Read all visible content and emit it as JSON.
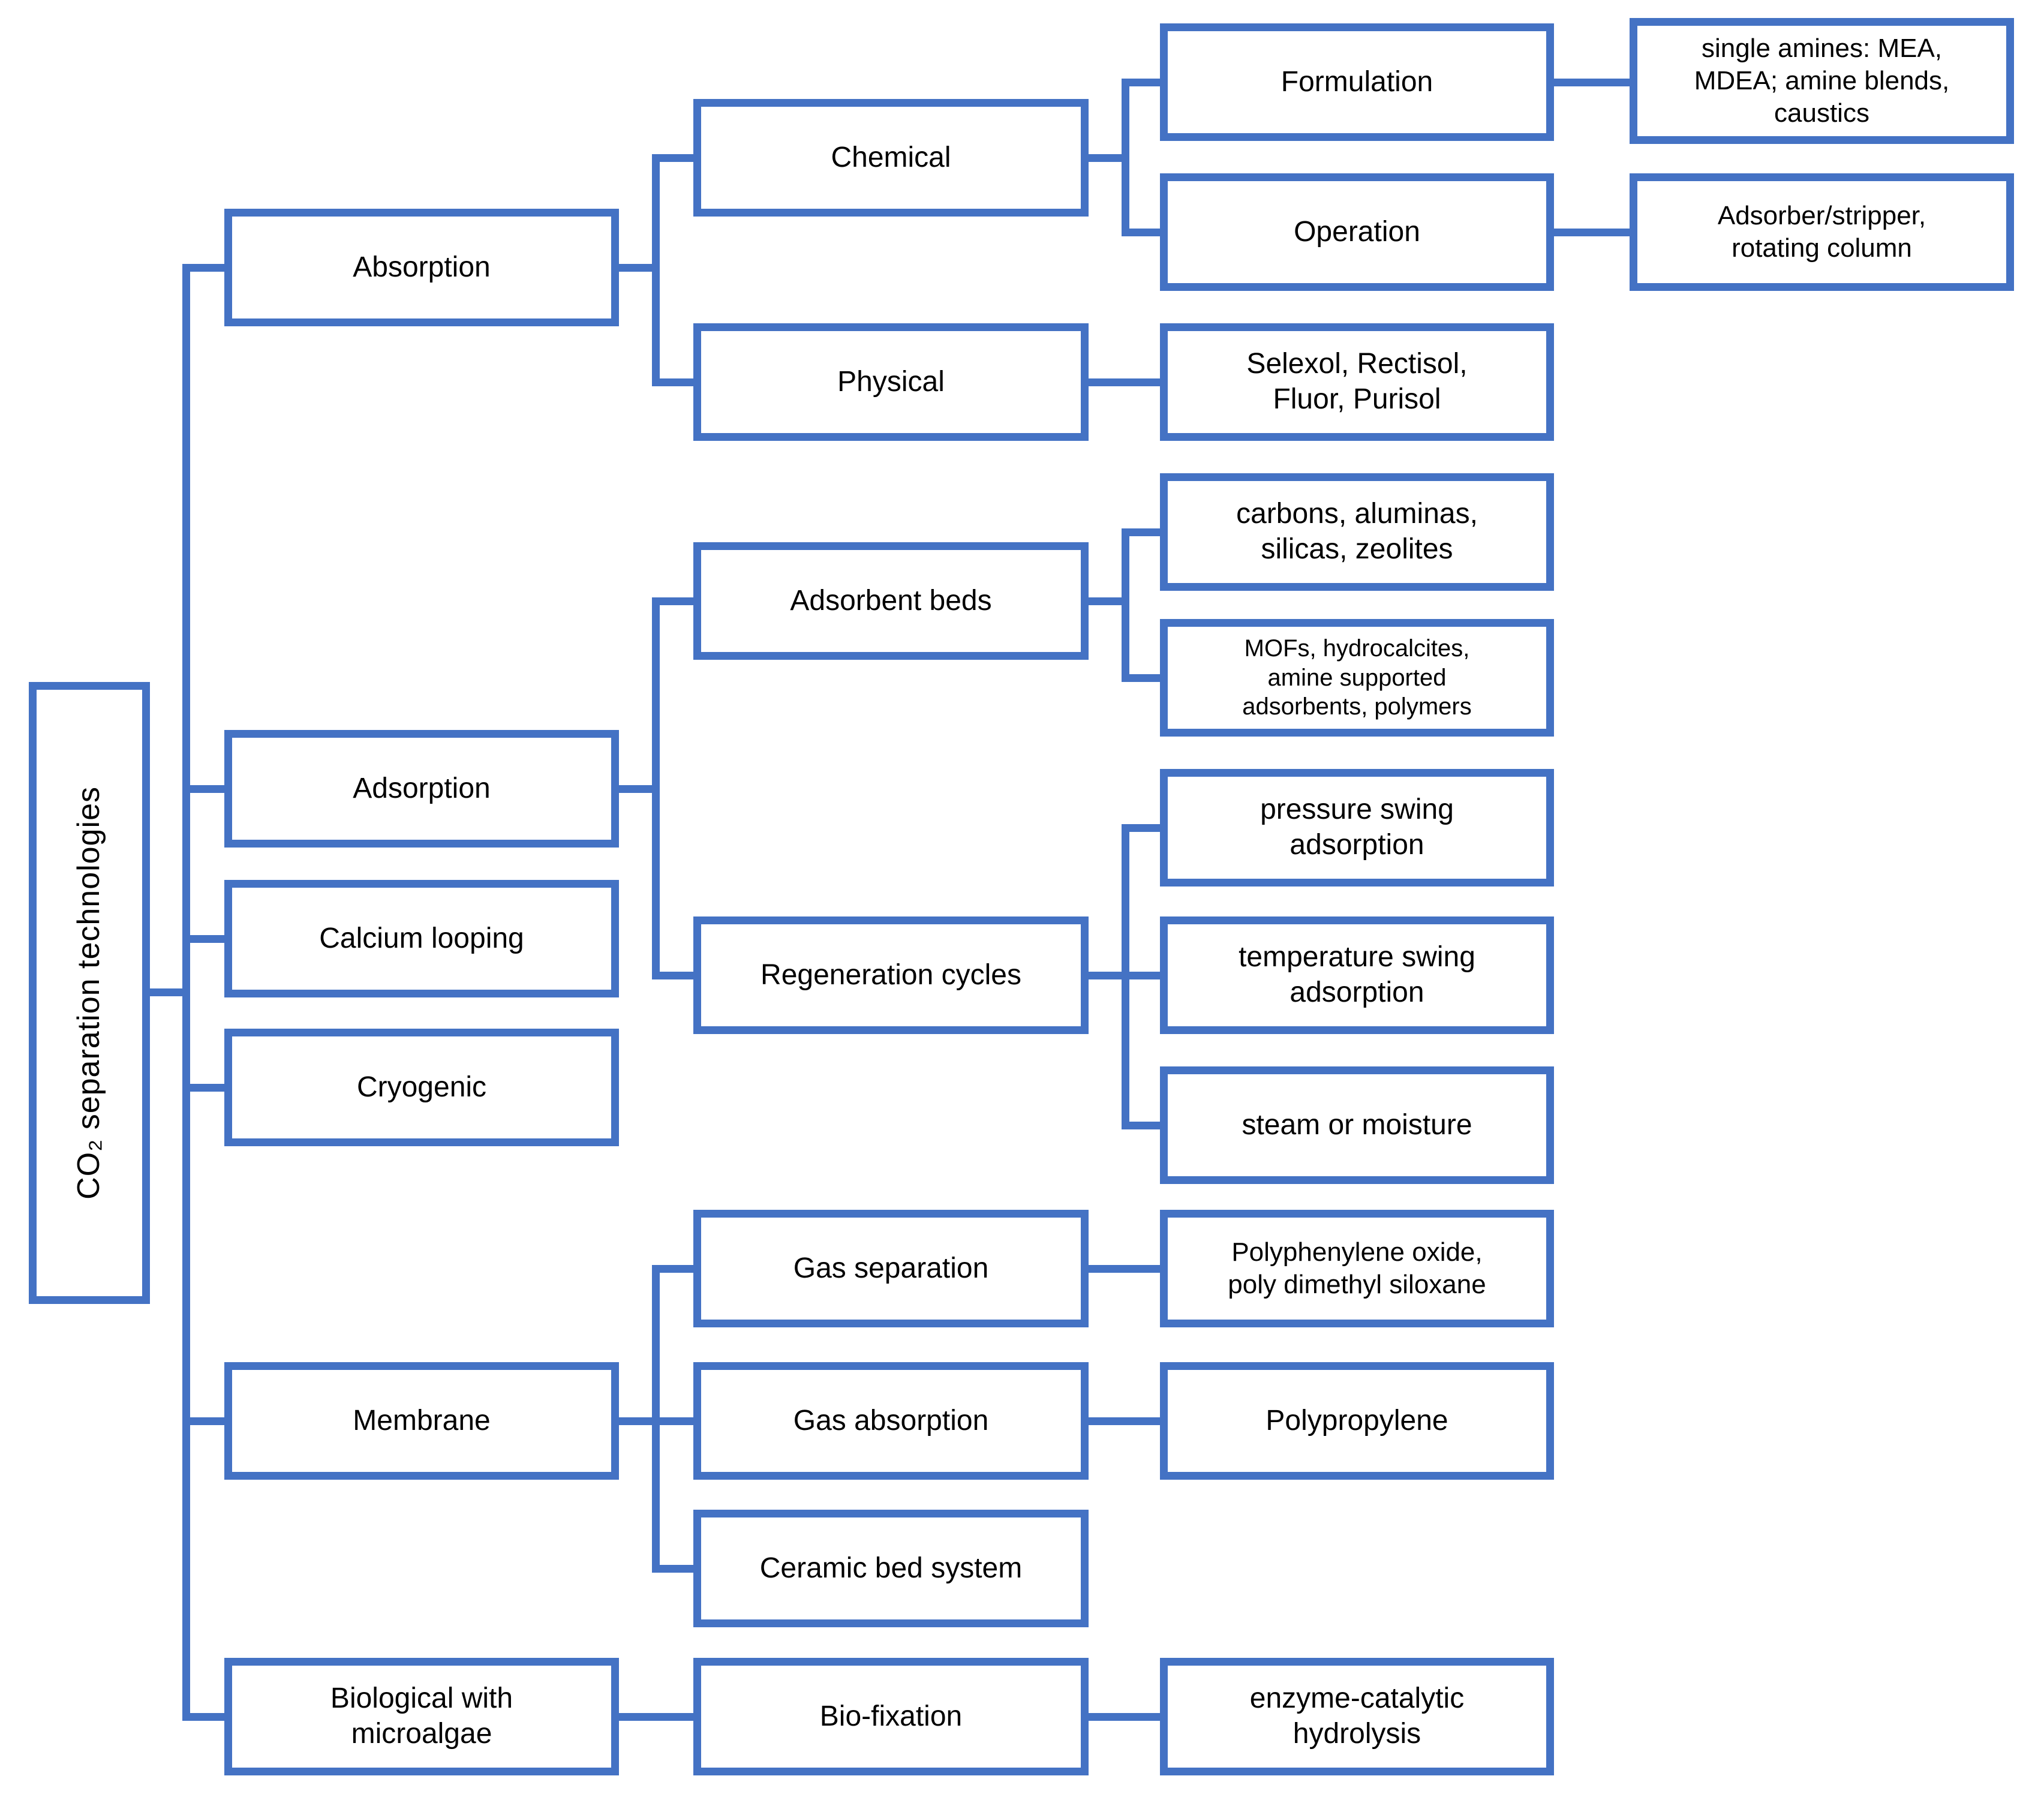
{
  "diagram": {
    "colors": {
      "accent": "#4472C4",
      "text": "#000000",
      "background": "#FFFFFF"
    },
    "root": {
      "label": "CO₂ separation technologies"
    },
    "nodes": {
      "absorption": {
        "label": "Absorption"
      },
      "chemical": {
        "label": "Chemical"
      },
      "formulation": {
        "label": "Formulation"
      },
      "formulation_detail": {
        "label": "single amines: MEA,\nMDEA; amine blends,\ncaustics"
      },
      "operation": {
        "label": "Operation"
      },
      "operation_detail": {
        "label": "Adsorber/stripper,\nrotating column"
      },
      "physical": {
        "label": "Physical"
      },
      "physical_detail": {
        "label": "Selexol, Rectisol,\nFluor, Purisol"
      },
      "adsorption": {
        "label": "Adsorption"
      },
      "adsorbent_beds": {
        "label": "Adsorbent beds"
      },
      "adsorbent_beds_detail_1": {
        "label": "carbons, aluminas,\nsilicas, zeolites"
      },
      "adsorbent_beds_detail_2": {
        "label": "MOFs, hydrocalcites,\namine supported\nadsorbents, polymers"
      },
      "regeneration_cycles": {
        "label": "Regeneration cycles"
      },
      "regeneration_detail_1": {
        "label": "pressure swing\nadsorption"
      },
      "regeneration_detail_2": {
        "label": "temperature swing\nadsorption"
      },
      "regeneration_detail_3": {
        "label": "steam or moisture"
      },
      "calcium_looping": {
        "label": "Calcium looping"
      },
      "cryogenic": {
        "label": "Cryogenic"
      },
      "membrane": {
        "label": "Membrane"
      },
      "gas_separation": {
        "label": "Gas separation"
      },
      "gas_separation_detail": {
        "label": "Polyphenylene oxide,\npoly dimethyl siloxane"
      },
      "gas_absorption": {
        "label": "Gas absorption"
      },
      "gas_absorption_detail": {
        "label": "Polypropylene"
      },
      "ceramic_bed_system": {
        "label": "Ceramic bed system"
      },
      "biological": {
        "label": "Biological with\nmicroalgae"
      },
      "bio_fixation": {
        "label": "Bio-fixation"
      },
      "bio_fixation_detail": {
        "label": "enzyme-catalytic\nhydrolysis"
      }
    }
  }
}
